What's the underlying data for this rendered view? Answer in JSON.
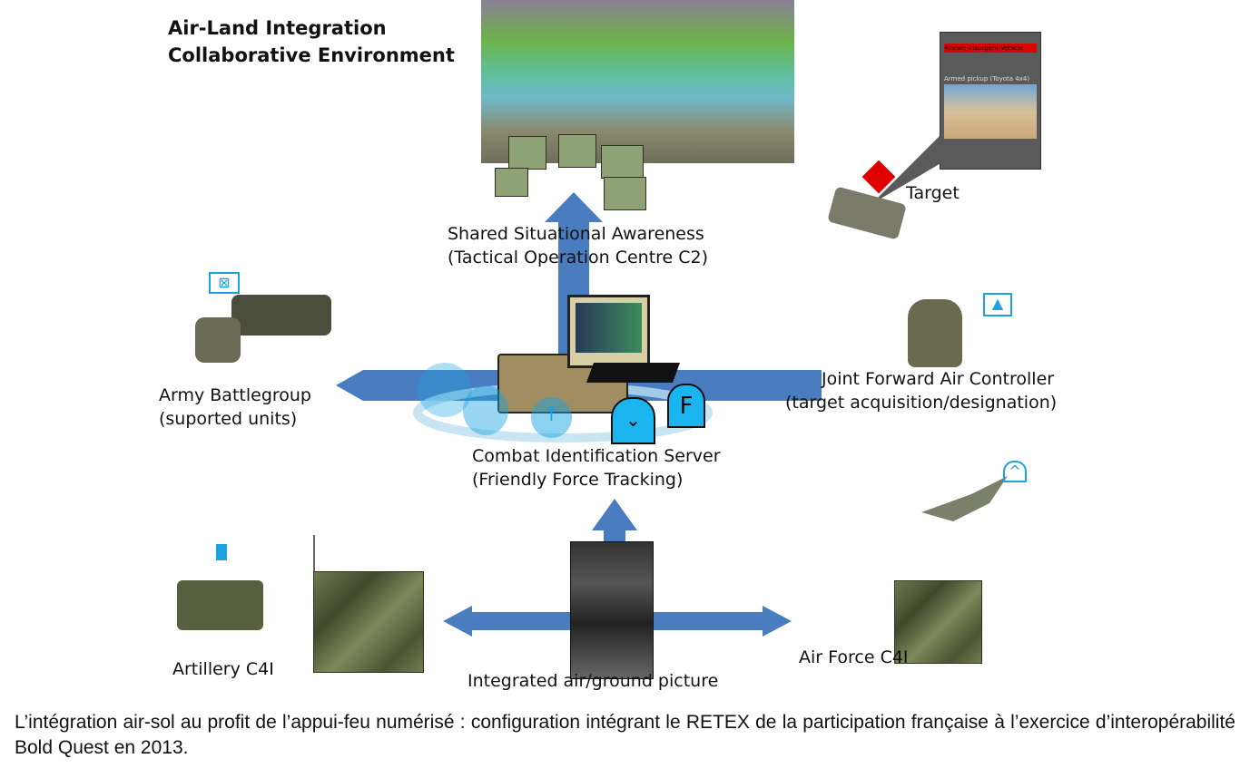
{
  "title": {
    "line1": "Air-Land Integration",
    "line2": "Collaborative Environment"
  },
  "nodes": {
    "c2": {
      "line1": "Shared Situational Awareness",
      "line2": "(Tactical Operation Centre C2)"
    },
    "army": {
      "line1": "Army Battlegroup",
      "line2": "(suported units)"
    },
    "jfac": {
      "line1": "Joint Forward Air Controller",
      "line2": "(target acquisition/designation)"
    },
    "server": {
      "line1": "Combat Identification Server",
      "line2": "(Friendly Force Tracking)"
    },
    "target": "Target",
    "artillery": "Artillery C4I",
    "airforce": "Air Force C4I",
    "picture": "Integrated air/ground picture"
  },
  "target_card": {
    "header": "Known Insurgent Vehicle",
    "subtitle": "Armed pickup (Toyota 4x4)"
  },
  "server_symbols": {
    "f_label": "F"
  },
  "caption": "L’intégration air-sol au profit de l’appui-feu numérisé : configuration intégrant le RETEX de la participation française à l’exercice d’interopérabilité Bold Quest en 2013.",
  "colors": {
    "arrow": "#4a7cc0",
    "symbol": "#1aa3e0",
    "target": "#e00000"
  }
}
